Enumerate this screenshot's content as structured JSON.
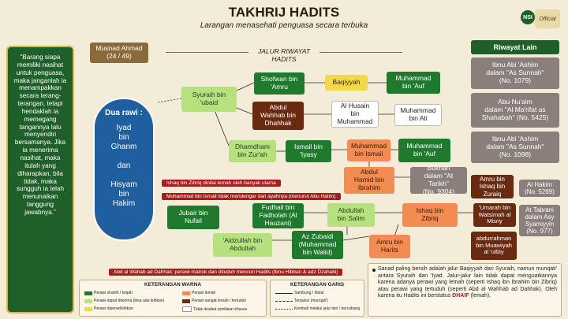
{
  "header": {
    "title": "TAKHRIJ HADITS",
    "subtitle": "Larangan menasehati penguasa secara terbuka",
    "section": "JALUR RIWAYAT HADITS",
    "logo_text": "Official"
  },
  "left_quote": "“Barang siapa memiliki nasihat untuk penguasa, maka janganlah ia menampakkan secara terang-terangan, tetapi hendaklah ia memegang tangannya lalu menyendiri bersamanya. Jika ia menerima nasihat, maka itulah yang diharapkan, bila tidak, maka sungguh ia telah menunaikan tanggung jawabnya.”",
  "musnad": "Musnad Ahmad\n(24 / 49)",
  "dua_rawi": {
    "title": "Dua rawi :",
    "names": "Iyad\nbin\nGhanm\n\ndan\n\nHisyam\nbin\nHakim"
  },
  "riwayat_lain": {
    "title": "Riwayat Lain",
    "items": [
      "Ibnu Abi 'Ashim\ndalam \"As Sunnah\"\n(No. 1079)",
      "Abu Nu'aim\ndalam \"Al Ma'rifat as\nShahabah\" (No. 5425)",
      "Ibnu Abi 'Ashim\ndalam \"As Sunnah\"\n(No. 1098)"
    ]
  },
  "nodes": {
    "shofwan": "Shofwan bin\n'Amru",
    "baqiyyah": "Baqiyyah",
    "muhammad_auf_1": "Muhammad\nbin 'Auf",
    "syuraih": "Syuraih bin\n'ubaid",
    "abdul_wahhab": "Abdul\nWahhab bin\nDhahhak",
    "al_husain": "Al Husain\nbin\nMuhammad",
    "muhammad_ali": "Muhammad\nbin Ali",
    "dhamdham": "Dhamdham\nbin Zur'ah",
    "ismail_iyasy": "Ismail bin\n'Iyasy",
    "muhammad_ismail": "Muhammad\nbin Ismail",
    "muhammad_auf_2": "Muhammad\nbin 'Auf",
    "abdul_hamid": "Abdul\nHamid bin\nIbrahim",
    "bukhari": "Bukhari\ndalam \"At Tarikh\"\n(No. 9304)",
    "amru_ishaq": "Amru bin\nIshaq bin\nZuraiq",
    "al_hakim": "Al Hakim\n(No. 5269)",
    "fudhail": "Fudhail bin\nFadholah (Al\nHauzani)",
    "abdullah_salim": "Abdullah\nbin Salim",
    "ishaq_zibriq": "Ishaq bin\nZibriq",
    "umarah": "'Umarah bin\nWatsimah al\nMisriy",
    "tabrani": "At Tabrani\ndalam Asy\nSyamiyyin\n(No. 977)",
    "jubair": "Jubair bin\nNufail",
    "aidzullah": "'Aidzullah bin\nAbdullah",
    "az_zubaidi": "Az Zubaidi\n(Muhammad\nbin Walid)",
    "amru_harits": "Amru bin\nHarits",
    "abdurrahman": "abdurrahman\nbin Muawiyah\nal 'utbiy"
  },
  "notes": {
    "ishaq": "Ishaq bin Zibriq dinilai lemah oleh banyak ulama",
    "muhammad": "Muhammad bin Ismail tidak mendengar dari ayahnya (menurut Abu Hatim)",
    "abdul_wahab": "Abd al Wahab ad Dahhak: perawi matruk dan dituduh mencuri Hadits (Ibnu Hibban & adz Dzahabi)"
  },
  "legend_warna": {
    "title": "KETERANGAN WARNA",
    "items": [
      {
        "label": "Perawi shahih / tsiqah",
        "color": "#1f7a2e"
      },
      {
        "label": "Perawi lemah",
        "color": "#f28c52"
      },
      {
        "label": "Perawi dapat diterima (bisa ada kritikan)",
        "color": "#b7e07f"
      },
      {
        "label": "Perawi sangat lemah / tertuduh",
        "color": "#6a2a10"
      },
      {
        "label": "Perawi diperselisihkan",
        "color": "#f5d84a"
      },
      {
        "label": "Tidak disebut penilaian khusus",
        "color": "#ffffff"
      }
    ]
  },
  "legend_garis": {
    "title": "KETERANGAN GARIS",
    "items": [
      "Sambung / Ittisal",
      "Terputus (munqati')",
      "Kembali melalui jalur lain / bercabang"
    ]
  },
  "conclusion": {
    "text": "Sanad paling bersih adalah jalur Baqiyyah dari Syuraih, namun munqati' antara Syuraih dan 'Iyad. Jalur-jalur lain tidak dapat menguatkannya karena adanya perawi yang lemah (seperti Ishaq ibn Ibrahim bin Zibriq) atau perawi yang tertuduh (seperti Abd al Wahhab ad Dahhak). Oleh karena itu Hadits ini berstatus",
    "status": "DHAIF",
    "status_suffix": "(lemah)."
  }
}
